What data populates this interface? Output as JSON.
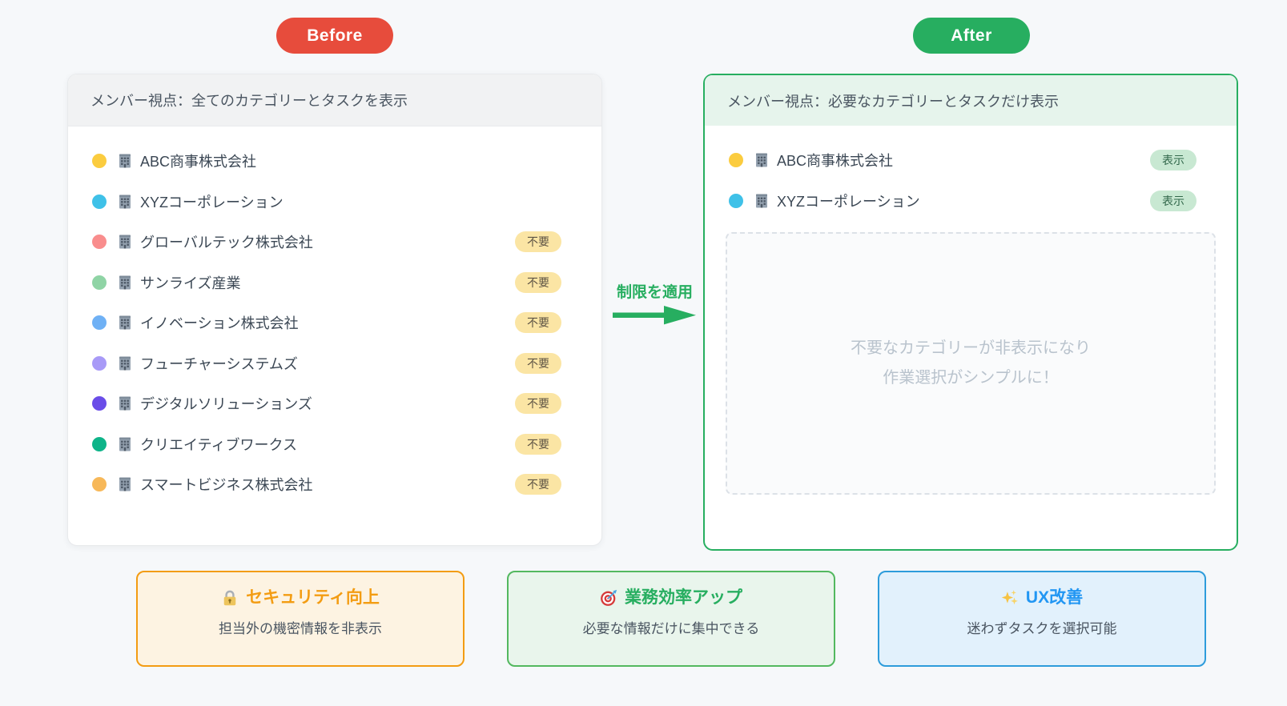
{
  "badges": {
    "before": "Before",
    "after": "After"
  },
  "arrow": {
    "label": "制限を適用"
  },
  "left_panel": {
    "header": "メンバー視点：全てのカテゴリーとタスクを表示",
    "items": [
      {
        "dot": "#fbcc3f",
        "name": "ABC商事株式会社",
        "badge": null,
        "badge_style": null
      },
      {
        "dot": "#3fc1e8",
        "name": "XYZコーポレーション",
        "badge": null,
        "badge_style": null
      },
      {
        "dot": "#f98d8d",
        "name": "グローバルテック株式会社",
        "badge": "不要",
        "badge_style": "unneeded"
      },
      {
        "dot": "#8fd4a5",
        "name": "サンライズ産業",
        "badge": "不要",
        "badge_style": "unneeded"
      },
      {
        "dot": "#6fb1f5",
        "name": "イノベーション株式会社",
        "badge": "不要",
        "badge_style": "unneeded"
      },
      {
        "dot": "#a89af7",
        "name": "フューチャーシステムズ",
        "badge": "不要",
        "badge_style": "unneeded"
      },
      {
        "dot": "#6a4de8",
        "name": "デジタルソリューションズ",
        "badge": "不要",
        "badge_style": "unneeded"
      },
      {
        "dot": "#0eb489",
        "name": "クリエイティブワークス",
        "badge": "不要",
        "badge_style": "unneeded"
      },
      {
        "dot": "#f7b859",
        "name": "スマートビジネス株式会社",
        "badge": "不要",
        "badge_style": "unneeded"
      }
    ]
  },
  "right_panel": {
    "header": "メンバー視点：必要なカテゴリーとタスクだけ表示",
    "items": [
      {
        "dot": "#fbcc3f",
        "name": "ABC商事株式会社",
        "badge": "表示",
        "badge_style": "shown"
      },
      {
        "dot": "#3fc1e8",
        "name": "XYZコーポレーション",
        "badge": "表示",
        "badge_style": "shown"
      }
    ],
    "placeholder_line1": "不要なカテゴリーが非表示になり",
    "placeholder_line2": "作業選択がシンプルに！"
  },
  "benefit_cards": [
    {
      "icon": "lock-icon",
      "title": "セキュリティ向上",
      "desc": "担当外の機密情報を非表示",
      "accent": "#f39c12",
      "bg": "#fdf3e2",
      "border": "#f39c12"
    },
    {
      "icon": "target-icon",
      "title": "業務効率アップ",
      "desc": "必要な情報だけに集中できる",
      "accent": "#27ae60",
      "bg": "#e9f5ec",
      "border": "#53b85f"
    },
    {
      "icon": "sparkles-icon",
      "title": "UX改善",
      "desc": "迷わずタスクを選択可能",
      "accent": "#2196f3",
      "bg": "#e2f1fc",
      "border": "#2d9cdb"
    }
  ],
  "colors": {
    "before_badge": "#e74c3c",
    "after_badge": "#27ae60",
    "arrow_green": "#27ae60",
    "unneeded_badge_bg": "#fbe5a4",
    "shown_badge_bg": "#c8e8d2",
    "placeholder_text": "#b9c3cd",
    "panel_header_before_bg": "#f1f2f3",
    "panel_header_after_bg": "#e6f4ec"
  }
}
